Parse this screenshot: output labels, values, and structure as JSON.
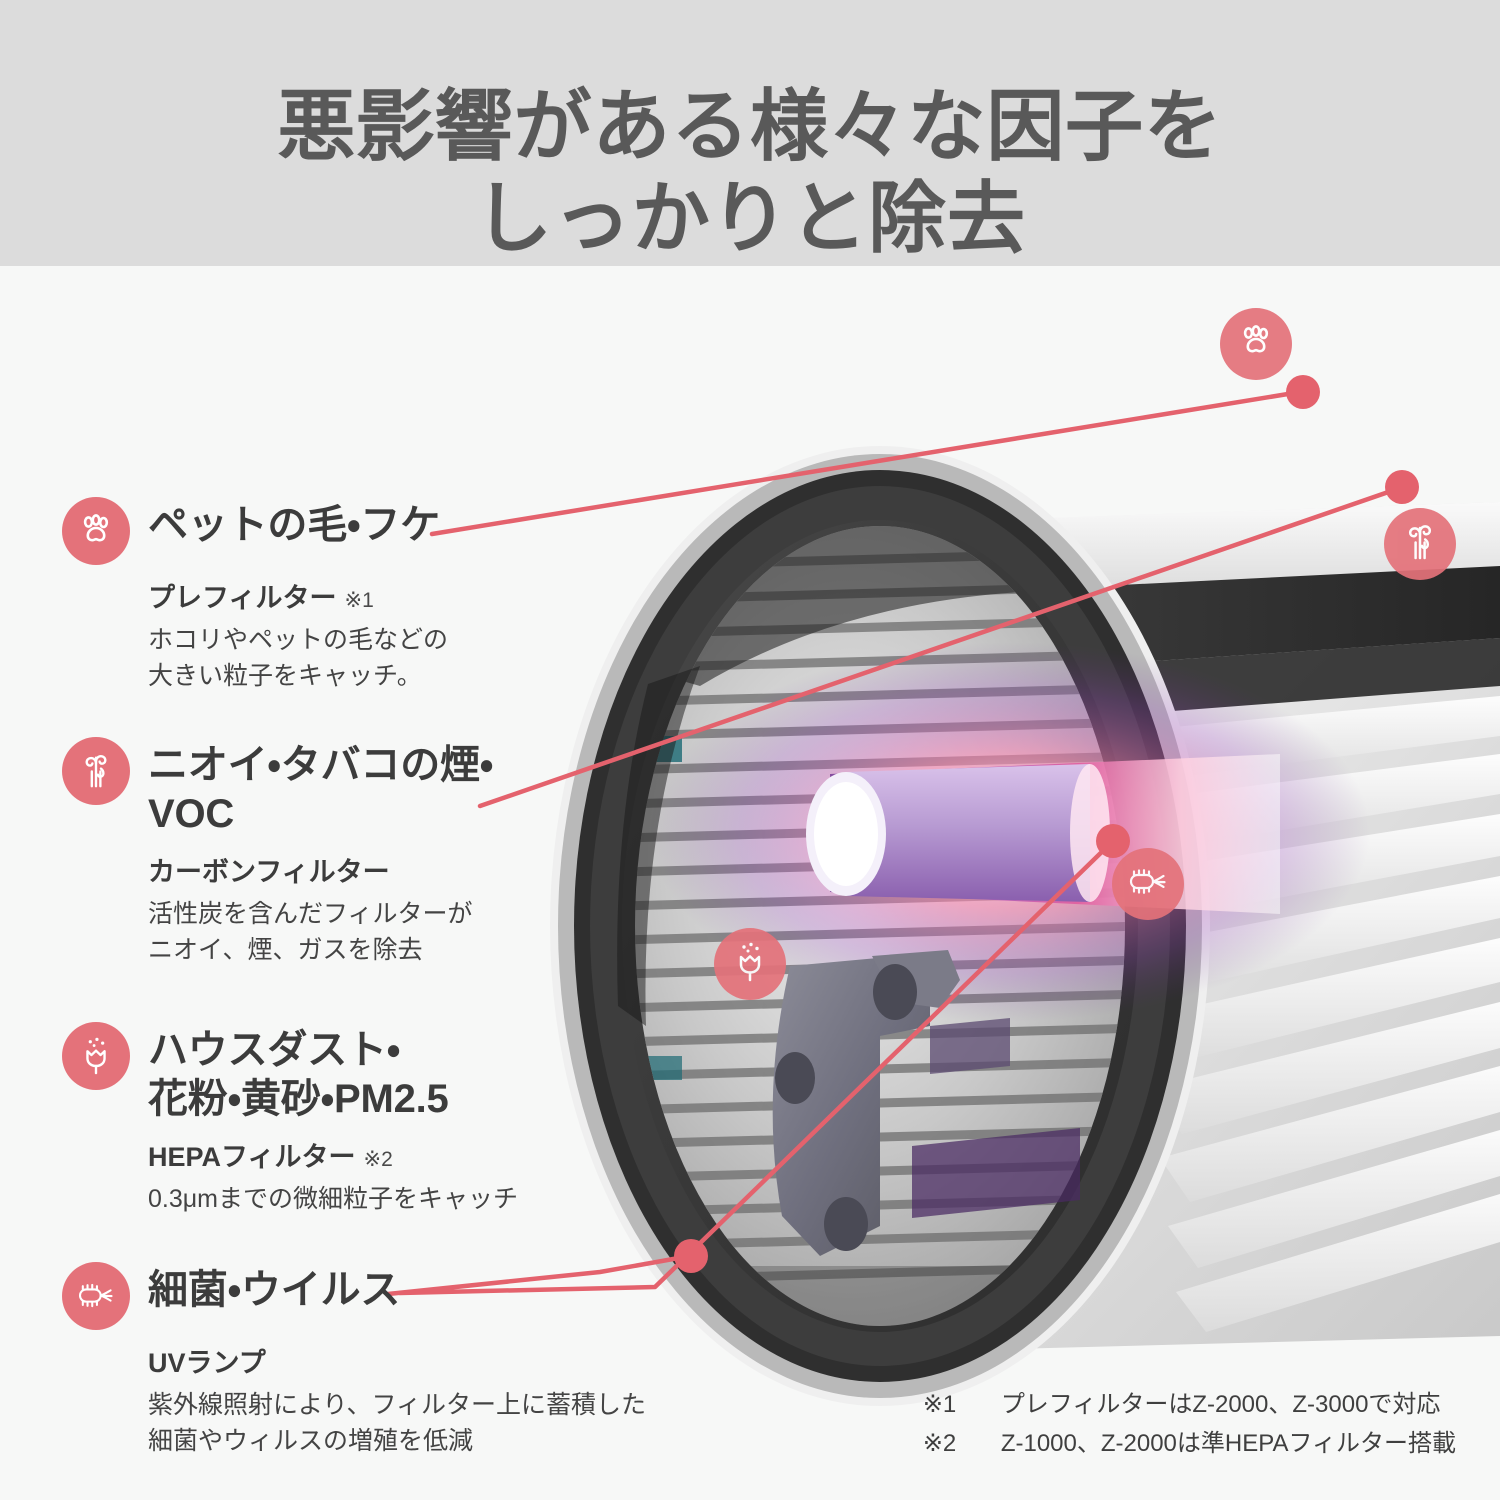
{
  "header": {
    "title": "悪影響がある様々な因子を\nしっかりと除去",
    "background_color": "#dcdcdc",
    "text_color": "#595959"
  },
  "theme": {
    "accent_color": "#e4727a",
    "page_background": "#f7f8f7",
    "body_text_color": "#3c3c3c"
  },
  "features": [
    {
      "icon": "paw-icon",
      "title": "ペットの毛・フケ",
      "subtitle": "プレフィルター",
      "note": "※1",
      "body": "ホコリやペットの毛などの\n大きい粒子をキャッチ。"
    },
    {
      "icon": "odor-smoke-icon",
      "title": "ニオイ・タバコの煙・\nVOC",
      "subtitle": "カーボンフィルター",
      "note": "",
      "body": "活性炭を含んだフィルターが\nニオイ、煙、ガスを除去"
    },
    {
      "icon": "pollen-flower-icon",
      "title": "ハウスダスト・\n花粉・黄砂・PM2.5",
      "subtitle": "HEPAフィルター",
      "note": "※2",
      "body": "0.3μmまでの微細粒子をキャッチ"
    },
    {
      "icon": "bacteria-icon",
      "title": "細菌・ウイルス",
      "subtitle": "UVランプ",
      "note": "",
      "body": "紫外線照射により、フィルター上に蓄積した\n細菌やウィルスの増殖を低減"
    }
  ],
  "photo_badges": [
    {
      "icon": "paw-icon",
      "label": "ペットの毛・フケ"
    },
    {
      "icon": "odor-smoke-icon",
      "label": "ニオイ・タバコの煙・VOC"
    },
    {
      "icon": "pollen-flower-icon",
      "label": "ハウスダスト・花粉・黄砂・PM2.5"
    },
    {
      "icon": "bacteria-icon",
      "label": "細菌・ウイルス"
    }
  ],
  "footnotes": [
    {
      "mark": "※1",
      "text": "プレフィルターはZ-2000、Z-3000で対応"
    },
    {
      "mark": "※2",
      "text": "Z-1000、Z-2000は準HEPAフィルター搭載"
    }
  ]
}
